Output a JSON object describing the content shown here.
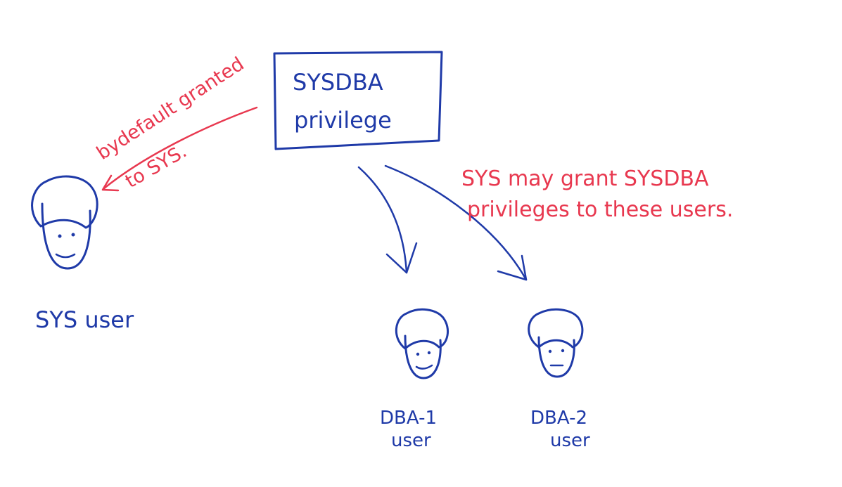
{
  "privilege_box": {
    "line1": "SYSDBA",
    "line2": "privilege"
  },
  "sys_annotation": {
    "line1": "bydefault granted",
    "line2": "to SYS."
  },
  "sys_user": {
    "label": "SYS user"
  },
  "grant_note": {
    "line1": "SYS may grant SYSDBA",
    "line2": "privileges to these users."
  },
  "dba1_user": {
    "line1": "DBA-1",
    "line2": "user"
  },
  "dba2_user": {
    "line1": "DBA-2",
    "line2": "user"
  },
  "colors": {
    "ink_blue": "#1f3aa8",
    "ink_red": "#e8384f",
    "background": "#ffffff"
  }
}
